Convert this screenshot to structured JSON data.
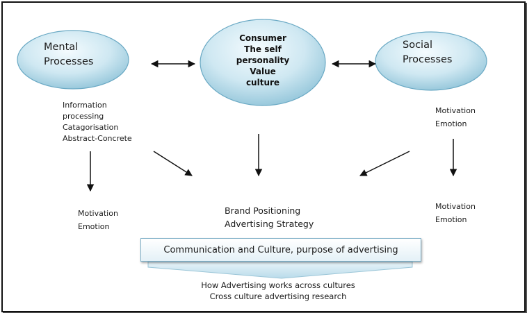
{
  "colors": {
    "ellipse_fill_light": "#eaf6fb",
    "ellipse_fill_dark": "#9ccde0",
    "ellipse_stroke": "#6aa9c4",
    "arrow": "#111111",
    "banner_arrow": "#cfe6f1"
  },
  "nodes": {
    "mental": {
      "lines": [
        "Mental",
        "Processes"
      ]
    },
    "consumer": {
      "lines": [
        "Consumer",
        "The self",
        "personality",
        "Value",
        "culture"
      ]
    },
    "social": {
      "lines": [
        "Social",
        "Processes"
      ]
    }
  },
  "left_info": {
    "lines": [
      "Information",
      "processing",
      "Catagorisation",
      "Abstract-Concrete"
    ]
  },
  "left_bottom": {
    "lines": [
      "Motivation",
      "Emotion"
    ]
  },
  "right_top": {
    "lines": [
      "Motivation",
      "Emotion"
    ]
  },
  "right_bottom": {
    "lines": [
      "Motivation",
      "Emotion"
    ]
  },
  "brand": {
    "lines": [
      "Brand Positioning",
      "Advertising Strategy"
    ]
  },
  "communication": {
    "label": "Communication and Culture, purpose of advertising"
  },
  "outcome": {
    "lines": [
      "How Advertising works across cultures",
      "Cross culture advertising research"
    ]
  }
}
